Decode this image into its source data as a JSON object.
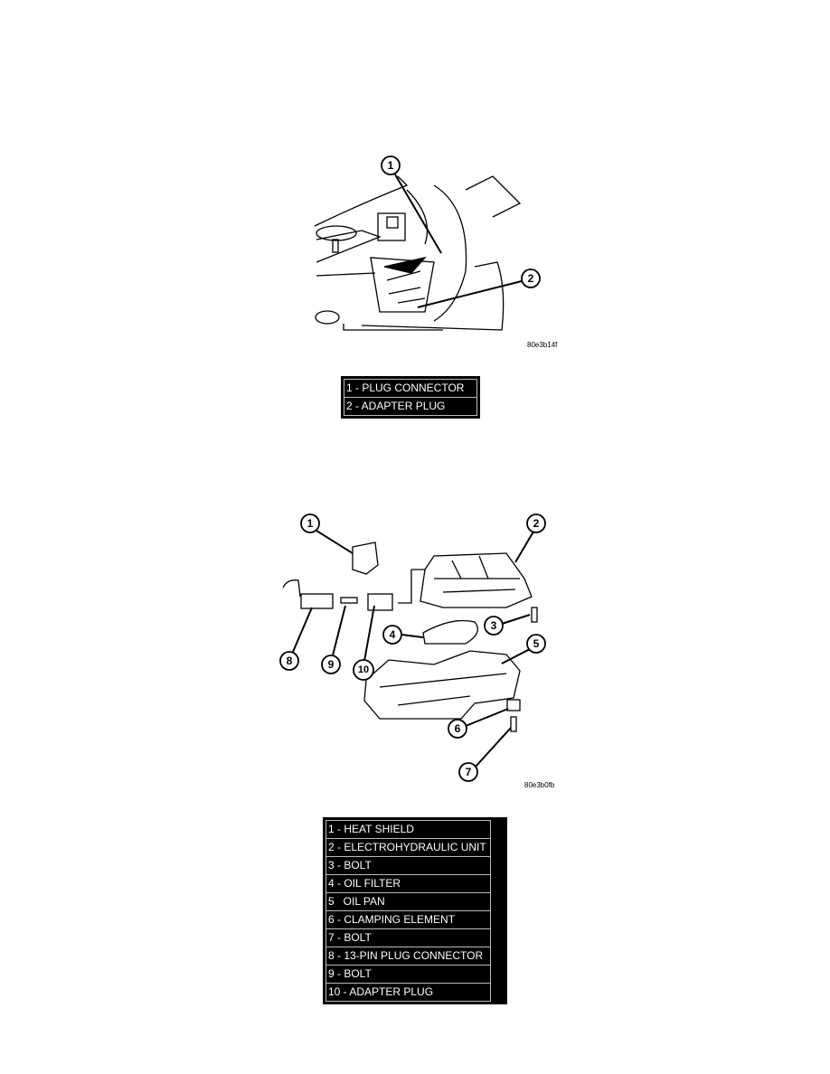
{
  "figure1": {
    "callouts": [
      "1",
      "2"
    ],
    "code": "80e3b14f",
    "legend": [
      "1 - PLUG CONNECTOR",
      "2 - ADAPTER PLUG"
    ]
  },
  "figure2": {
    "callouts": [
      "1",
      "2",
      "3",
      "4",
      "5",
      "6",
      "7",
      "8",
      "9",
      "10"
    ],
    "code": "80e3b0fb",
    "legend": [
      "1 - HEAT SHIELD",
      "2 - ELECTROHYDRAULIC UNIT",
      "3 - BOLT",
      "4 - OIL FILTER",
      "5   OIL PAN",
      "6 - CLAMPING ELEMENT",
      "7 - BOLT",
      "8 - 13-PIN PLUG CONNECTOR",
      "9 - BOLT",
      "10 - ADAPTER PLUG"
    ]
  }
}
